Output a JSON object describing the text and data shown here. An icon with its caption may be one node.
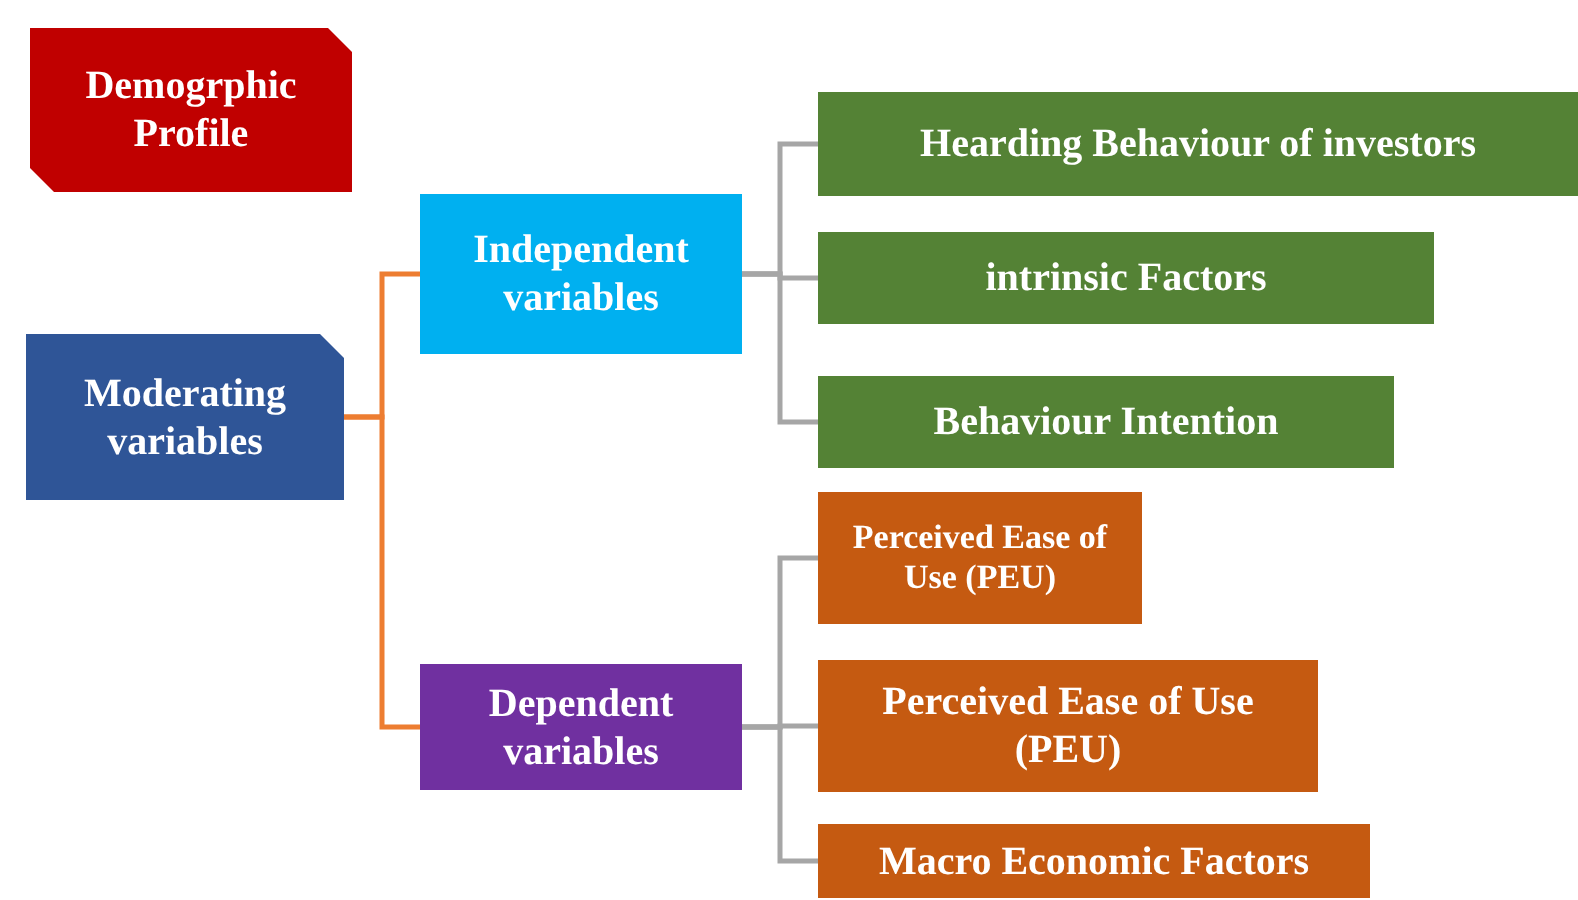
{
  "diagram": {
    "nodes": [
      {
        "text": [
          "Demogrphic Profile"
        ]
      },
      {
        "text": [
          "Moderating variables"
        ]
      },
      {
        "text": [
          "Independent variables"
        ]
      },
      {
        "text": [
          "Dependent variables"
        ]
      },
      {
        "text": [
          "Hearding Behaviour of investors"
        ]
      },
      {
        "text": [
          "intrinsic Factors"
        ]
      },
      {
        "text": [
          "Behaviour Intention"
        ]
      },
      {
        "text": [
          "Perceived Ease of Use (PEU)"
        ]
      },
      {
        "text": [
          "Perceived Ease of Use (PEU)"
        ]
      },
      {
        "text": [
          "Macro Economic Factors"
        ]
      }
    ],
    "edges": [
      {
        "from": 1,
        "to": 2,
        "arrow": "none",
        "color": "#ed7d31"
      },
      {
        "from": 1,
        "to": 3,
        "arrow": "none",
        "color": "#ed7d31"
      },
      {
        "from": 2,
        "to": 4,
        "arrow": "none"
      },
      {
        "from": 2,
        "to": 5,
        "arrow": "none"
      },
      {
        "from": 2,
        "to": 6,
        "arrow": "none"
      },
      {
        "from": 3,
        "to": 7,
        "arrow": "none"
      },
      {
        "from": 3,
        "to": 8,
        "arrow": "none"
      },
      {
        "from": 3,
        "to": 9,
        "arrow": "none"
      }
    ]
  }
}
